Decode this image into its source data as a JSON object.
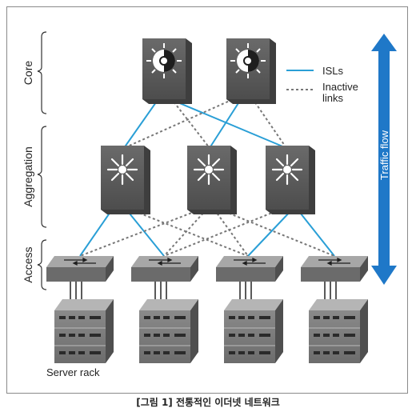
{
  "diagram": {
    "tiers": {
      "core": "Core",
      "aggregation": "Aggregation",
      "access": "Access"
    },
    "legend": {
      "isl_label": "ISLs",
      "inactive_label_line1": "Inactive",
      "inactive_label_line2": "links"
    },
    "traffic_flow_label": "Traffic flow",
    "server_rack_label": "Server rack",
    "colors": {
      "isl": "#2a9fd6",
      "inactive": "#777777",
      "arrow": "#1f78c8",
      "device_dark": "#585858",
      "device_mid": "#6b6b6b",
      "switch_top": "#a7a7a7"
    }
  },
  "caption": "[그림 1] 전통적인 이더넷 네트워크"
}
